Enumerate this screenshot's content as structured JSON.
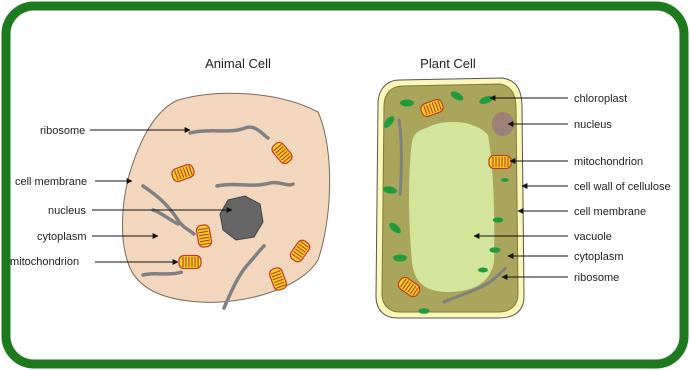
{
  "frame_color": "#1e7a1e",
  "animal": {
    "title": "Animal Cell",
    "fill": "#f2d6bd",
    "labels": {
      "ribosome": "ribosome",
      "cell_membrane": "cell membrane",
      "nucleus": "nucleus",
      "cytoplasm": "cytoplasm",
      "mitochondrion": "mitochondrion"
    }
  },
  "plant": {
    "title": "Plant Cell",
    "wall_color": "#a9a55b",
    "vacuole_color": "#d3e59a",
    "labels": {
      "chloroplast": "chloroplast",
      "nucleus": "nucleus",
      "mitochondrion": "mitochondrion",
      "cell_wall": "cell wall of cellulose",
      "cell_membrane": "cell membrane",
      "vacuole": "vacuole",
      "cytoplasm": "cytoplasm",
      "ribosome": "ribosome"
    }
  }
}
